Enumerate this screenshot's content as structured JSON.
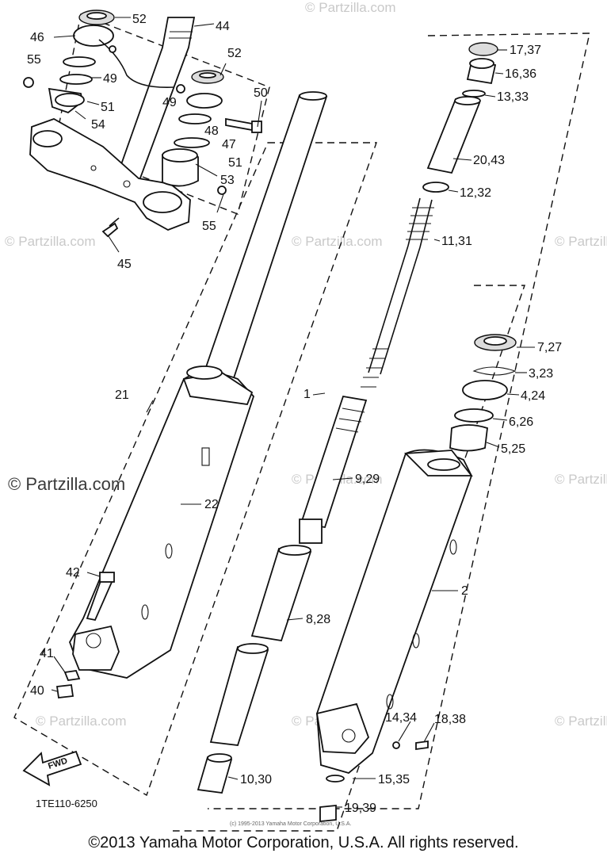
{
  "diagram": {
    "part_code": "1TE110-6250",
    "fwd_label": "FWD",
    "small_copyright": "(c) 1995-2013 Yamaha Motor Corporation, U.S.A.",
    "copyright": "©2013 Yamaha Motor Corporation, U.S.A. All rights reserved.",
    "watermark_large": "© Partzilla.com",
    "watermark_small": "© Partzilla.com",
    "labels": {
      "l52a": "52",
      "l44": "44",
      "l46": "46",
      "l55a": "55",
      "l49a": "49",
      "l52b": "52",
      "l50": "50",
      "l51a": "51",
      "l54": "54",
      "l49b": "49",
      "l48": "48",
      "l47": "47",
      "l51b": "51",
      "l53": "53",
      "l55b": "55",
      "l45": "45",
      "l1737": "17,37",
      "l1636": "16,36",
      "l1333": "13,33",
      "l2043": "20,43",
      "l1232": "12,32",
      "l1131": "11,31",
      "l727": "7,27",
      "l323": "3,23",
      "l424": "4,24",
      "l626": "6,26",
      "l525": "5,25",
      "l21": "21",
      "l1": "1",
      "l22": "22",
      "l929": "9,29",
      "l2": "2",
      "l42": "42",
      "l828": "8,28",
      "l41": "41",
      "l40": "40",
      "l1434": "14,34",
      "l1838": "18,38",
      "l1535": "15,35",
      "l1030": "10,30",
      "l1939": "19,39"
    }
  }
}
